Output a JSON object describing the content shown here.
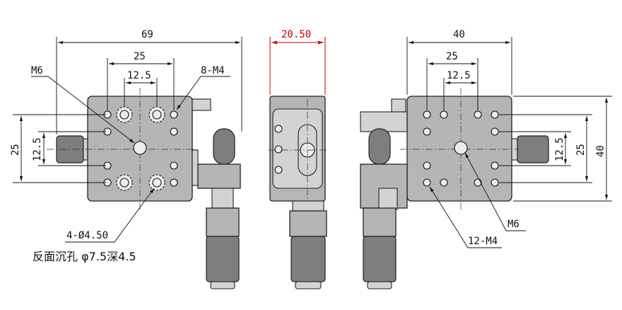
{
  "left_view": {
    "dim_total": "69",
    "dim_span": "25",
    "dim_half": "12.5",
    "dim_v_span": "25",
    "dim_v_half": "12.5",
    "m6_label": "M6",
    "m4_label": "8-M4",
    "hole_label": "4-Ø4.50",
    "counterbore_note": "反面沉孔 φ7.5深4.5"
  },
  "middle_view": {
    "dim_thickness": "20.50",
    "dim_color": "#c00000"
  },
  "right_view": {
    "dim_total": "40",
    "dim_span": "25",
    "dim_half": "12.5",
    "dim_v_total": "40",
    "dim_v_span": "25",
    "dim_v_half": "12.5",
    "m6_label": "M6",
    "m4_label": "12-M4"
  }
}
